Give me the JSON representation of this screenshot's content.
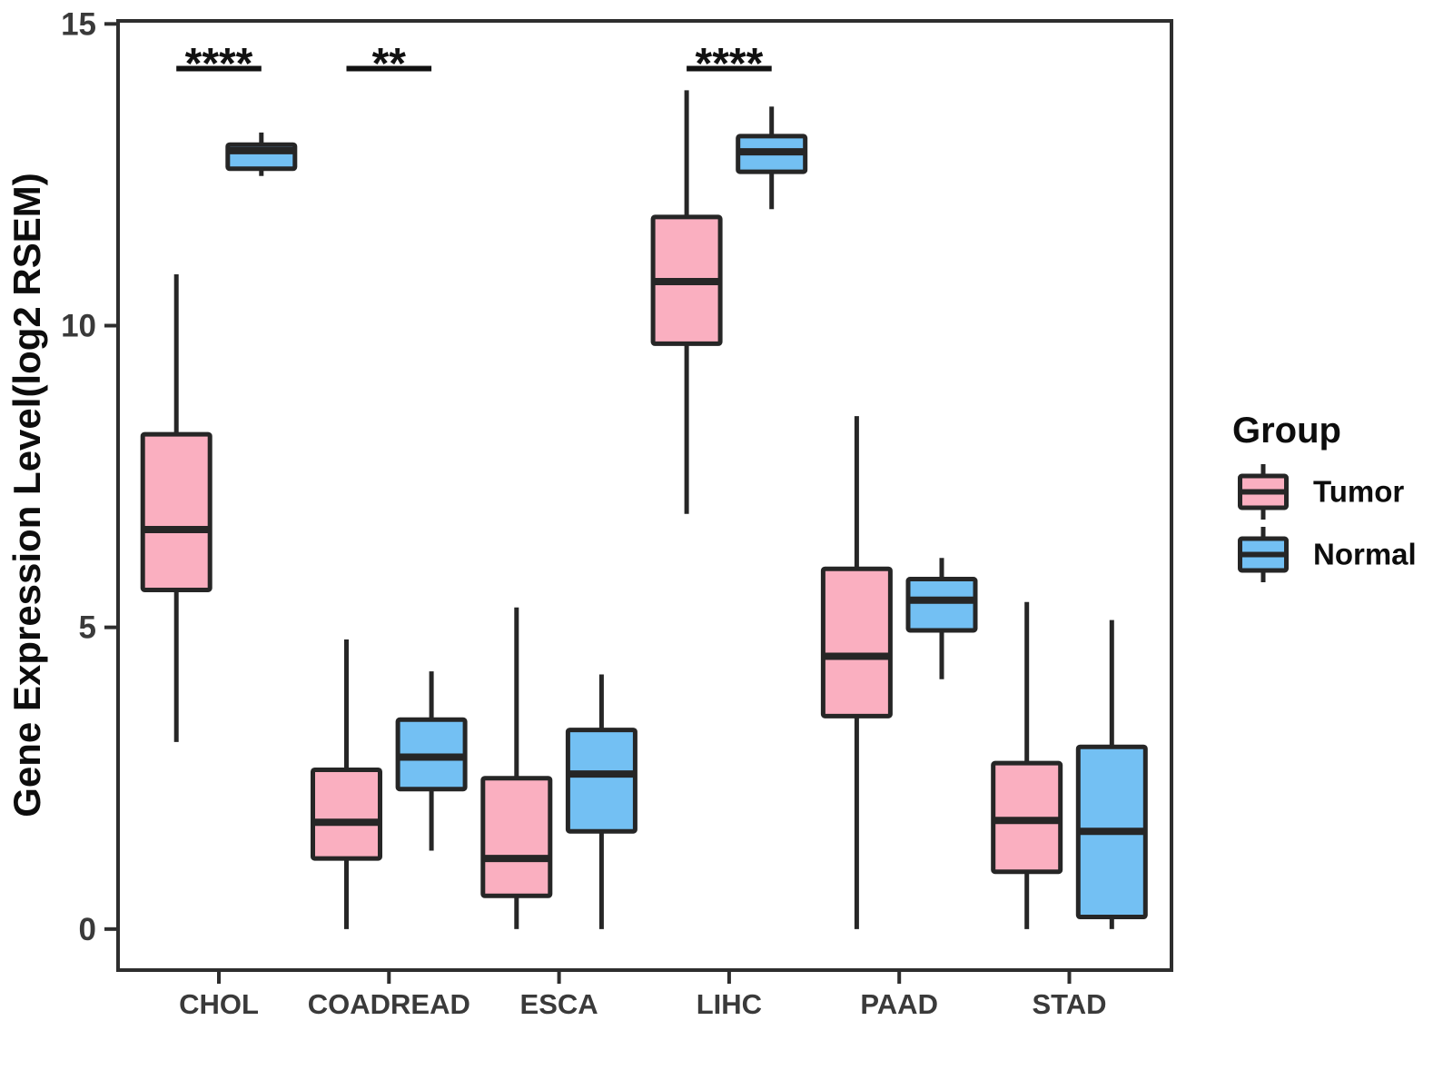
{
  "chart_data": {
    "type": "grouped_boxplot",
    "title": "",
    "xlabel": "",
    "ylabel": "Gene Expression Level(log2 RSEM)",
    "categories": [
      "CHOL",
      "COADREAD",
      "ESCA",
      "LIHC",
      "PAAD",
      "STAD"
    ],
    "groups": [
      {
        "name": "Tumor",
        "color": "#FAAFC0"
      },
      {
        "name": "Normal",
        "color": "#73C0F3"
      }
    ],
    "y_ticks": [
      0,
      5,
      10,
      15
    ],
    "ylim": [
      -0.68,
      15.05
    ],
    "grid": false,
    "legend_position": "right",
    "boxes": [
      {
        "category": "CHOL",
        "tumor": {
          "low": 3.1,
          "q1": 5.62,
          "median": 6.62,
          "q3": 8.2,
          "high": 10.85
        },
        "normal": {
          "low": 12.48,
          "q1": 12.6,
          "median": 12.9,
          "q3": 13.0,
          "high": 13.2
        }
      },
      {
        "category": "COADREAD",
        "tumor": {
          "low": 0.0,
          "q1": 1.17,
          "median": 1.77,
          "q3": 2.64,
          "high": 4.8
        },
        "normal": {
          "low": 1.3,
          "q1": 2.32,
          "median": 2.85,
          "q3": 3.47,
          "high": 4.27
        }
      },
      {
        "category": "ESCA",
        "tumor": {
          "low": 0.0,
          "q1": 0.55,
          "median": 1.17,
          "q3": 2.5,
          "high": 5.33
        },
        "normal": {
          "low": 0.0,
          "q1": 1.62,
          "median": 2.57,
          "q3": 3.3,
          "high": 4.22
        }
      },
      {
        "category": "LIHC",
        "tumor": {
          "low": 6.88,
          "q1": 9.7,
          "median": 10.73,
          "q3": 11.8,
          "high": 13.9
        },
        "normal": {
          "low": 11.93,
          "q1": 12.55,
          "median": 12.88,
          "q3": 13.14,
          "high": 13.63
        }
      },
      {
        "category": "PAAD",
        "tumor": {
          "low": 0.0,
          "q1": 3.53,
          "median": 4.52,
          "q3": 5.97,
          "high": 8.5
        },
        "normal": {
          "low": 4.14,
          "q1": 4.95,
          "median": 5.45,
          "q3": 5.8,
          "high": 6.15
        }
      },
      {
        "category": "STAD",
        "tumor": {
          "low": 0.0,
          "q1": 0.95,
          "median": 1.8,
          "q3": 2.75,
          "high": 5.42
        },
        "normal": {
          "low": 0.0,
          "q1": 0.2,
          "median": 1.62,
          "q3": 3.02,
          "high": 5.12
        }
      }
    ],
    "annotations": [
      {
        "category": "CHOL",
        "label": "****"
      },
      {
        "category": "COADREAD",
        "label": "**"
      },
      {
        "category": "LIHC",
        "label": "****"
      }
    ],
    "legend": {
      "title": "Group",
      "entries": [
        "Tumor",
        "Normal"
      ]
    },
    "colors": {
      "background": "#ffffff",
      "box_stroke": "#262626",
      "axis": "#2e2e2e",
      "tick_text": "#3a3a3a",
      "title_text": "#0d0d0d",
      "annotation": "#111111"
    }
  }
}
